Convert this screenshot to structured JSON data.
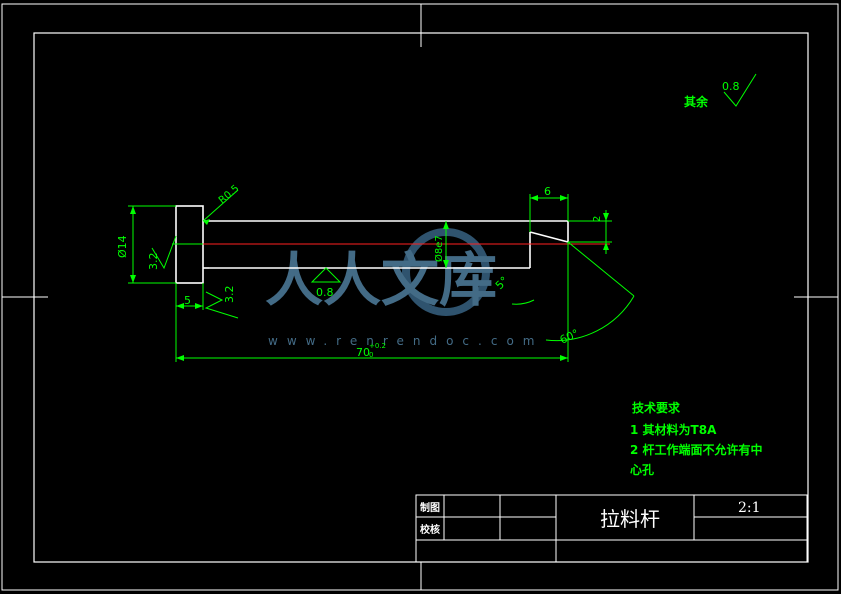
{
  "title_block": {
    "part_name": "拉料杆",
    "scale": "2:1",
    "drawn_label": "制图",
    "checked_label": "校核"
  },
  "roughness": {
    "other_label": "其余",
    "other_value": "0.8",
    "head_face": "3.2",
    "head_side": "3.2",
    "shaft": "0.8"
  },
  "dimensions": {
    "radius": "R0.5",
    "head_diameter": "Ø14",
    "shaft_diameter": "Ø8e7",
    "head_length": "5",
    "tip_length": "6",
    "tip_offset": "2",
    "small_angle": "5°",
    "tip_angle": "60°",
    "total_length": "70",
    "total_length_tol_upper": "+0.2",
    "total_length_tol_lower": "0"
  },
  "notes": {
    "heading": "技术要求",
    "line1": "1  其材料为T8A",
    "line2": "2  杆工作端面不允许有中",
    "line3": "心孔"
  },
  "watermark": {
    "cn": "人人文库",
    "url": "www.renrendoc.com"
  }
}
